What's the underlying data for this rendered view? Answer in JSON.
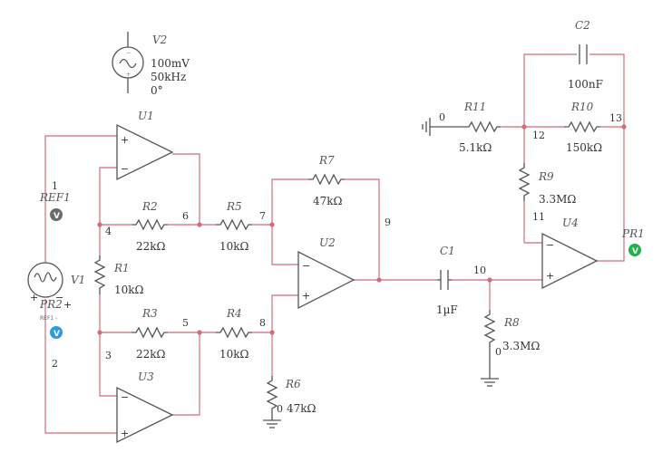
{
  "source": {
    "name": "V2",
    "amplitude": "100mV",
    "frequency": "50kHz",
    "phase": "0°"
  },
  "opamps": {
    "u1": "U1",
    "u2": "U2",
    "u3": "U3",
    "u4": "U4"
  },
  "resistors": {
    "r1": {
      "name": "R1",
      "value": "10kΩ"
    },
    "r2": {
      "name": "R2",
      "value": "22kΩ"
    },
    "r3": {
      "name": "R3",
      "value": "22kΩ"
    },
    "r4": {
      "name": "R4",
      "value": "10kΩ"
    },
    "r5": {
      "name": "R5",
      "value": "10kΩ"
    },
    "r6": {
      "name": "R6",
      "value": "47kΩ"
    },
    "r7": {
      "name": "R7",
      "value": "47kΩ"
    },
    "r8": {
      "name": "R8",
      "value": "3.3MΩ"
    },
    "r9": {
      "name": "R9",
      "value": "3.3MΩ"
    },
    "r10": {
      "name": "R10",
      "value": "150kΩ"
    },
    "r11": {
      "name": "R11",
      "value": "5.1kΩ"
    }
  },
  "capacitors": {
    "c1": {
      "name": "C1",
      "value": "1µF"
    },
    "c2": {
      "name": "C2",
      "value": "100nF"
    }
  },
  "v1": {
    "name": "V1"
  },
  "probes": {
    "ref1": "REF1",
    "pr2": "PR2",
    "pr2_sub": "REF1 -",
    "pr1": "PR1",
    "badge": "V"
  },
  "nodes": {
    "n0a": "0",
    "n0b": "0",
    "n0c": "0",
    "n1": "1",
    "n2": "2",
    "n3": "3",
    "n4": "4",
    "n5": "5",
    "n6": "6",
    "n7": "7",
    "n8": "8",
    "n9": "9",
    "n10": "10",
    "n11": "11",
    "n12": "12",
    "n13": "13"
  },
  "pins": {
    "minus": "−",
    "plus": "+"
  }
}
